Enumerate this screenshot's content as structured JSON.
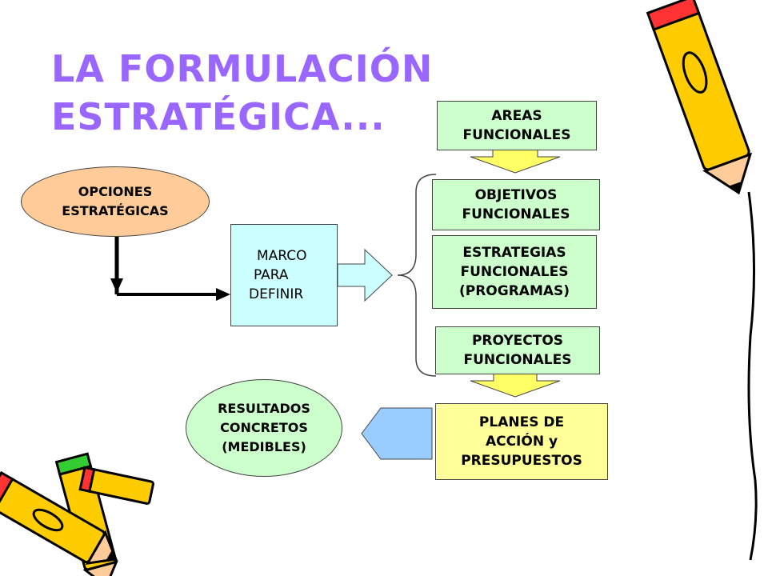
{
  "title": {
    "line1": "LA FORMULACIÓN",
    "line2": "ESTRATÉGICA..."
  },
  "nodes": {
    "opciones": {
      "line1": "OPCIONES",
      "line2": "ESTRATÉGICAS"
    },
    "marco": {
      "line1": "MARCO",
      "line2": "PARA",
      "line3": "DEFINIR"
    },
    "areas": {
      "line1": "AREAS",
      "line2": "FUNCIONALES"
    },
    "objetivos": {
      "line1": "OBJETIVOS",
      "line2": "FUNCIONALES"
    },
    "estrategias": {
      "line1": "ESTRATEGIAS",
      "line2": "FUNCIONALES",
      "line3": "(PROGRAMAS)"
    },
    "proyectos": {
      "line1": "PROYECTOS",
      "line2": "FUNCIONALES"
    },
    "planes": {
      "line1": "PLANES DE",
      "line2": "ACCIÓN y",
      "line3": "PRESUPUESTOS"
    },
    "resultados": {
      "line1": "RESULTADOS",
      "line2": "CONCRETOS",
      "line3": "(MEDIBLES)"
    }
  },
  "colors": {
    "title": "#9966ff",
    "green_box": "#ccffcc",
    "yellow_box": "#ffff99",
    "cyan_box": "#ccffff",
    "peach_ellipse": "#ffcc99",
    "arrow_yellow": "#ffff66",
    "arrow_blue": "#99ccff",
    "pencil_body": "#ffcc00",
    "pencil_tip": "#ff3333",
    "pencil_eraser": "#33cc33"
  },
  "icons": [
    "pencil-icon-top-right",
    "pencil-icon-bottom-left-a",
    "pencil-icon-bottom-left-b"
  ]
}
